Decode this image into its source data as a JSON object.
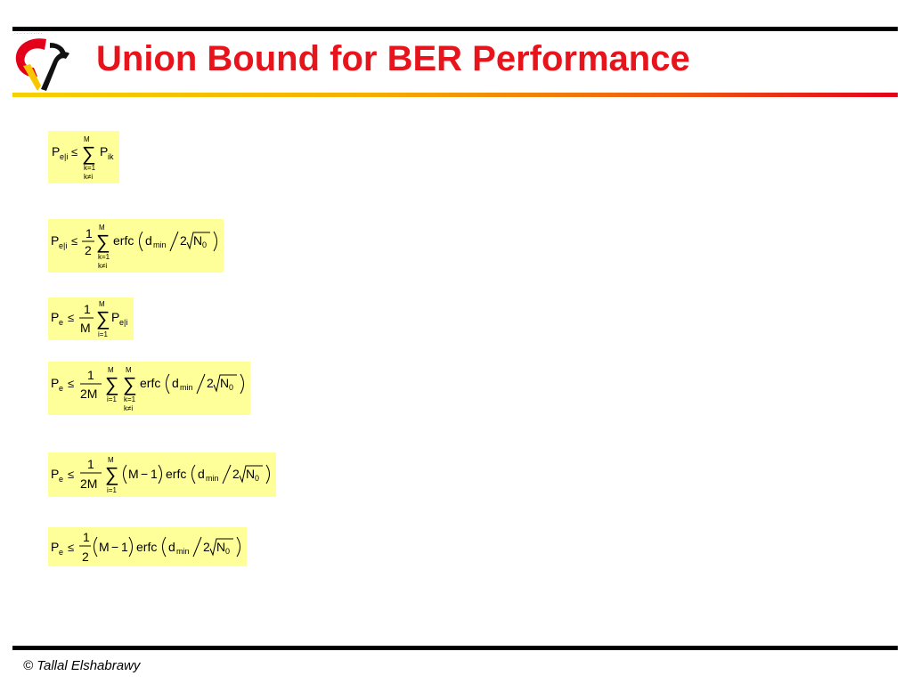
{
  "slide": {
    "title": "Union Bound for BER Performance",
    "footer": "© Tallal Elshabrawy"
  },
  "equations": [
    "P_{e|i} ≤ Σ_{k=1, k≠i}^{M} P_{ik}",
    "P_{e|i} ≤ (1/2) Σ_{k=1, k≠i}^{M} erfc(d_min / 2√N_0)",
    "P_e ≤ (1/M) Σ_{i=1}^{M} P_{e|i}",
    "P_e ≤ (1/2M) Σ_{i=1}^{M} Σ_{k=1, k≠i}^{M} erfc(d_min / 2√N_0)",
    "P_e ≤ (1/2M) Σ_{i=1}^{M} (M−1) erfc(d_min / 2√N_0)",
    "P_e ≤ (1/2) (M−1) erfc(d_min / 2√N_0)"
  ],
  "colors": {
    "title": "#e8141c",
    "equation_background": "#ffff99",
    "rule": "#000000"
  },
  "icons": [
    "logo-icon"
  ]
}
